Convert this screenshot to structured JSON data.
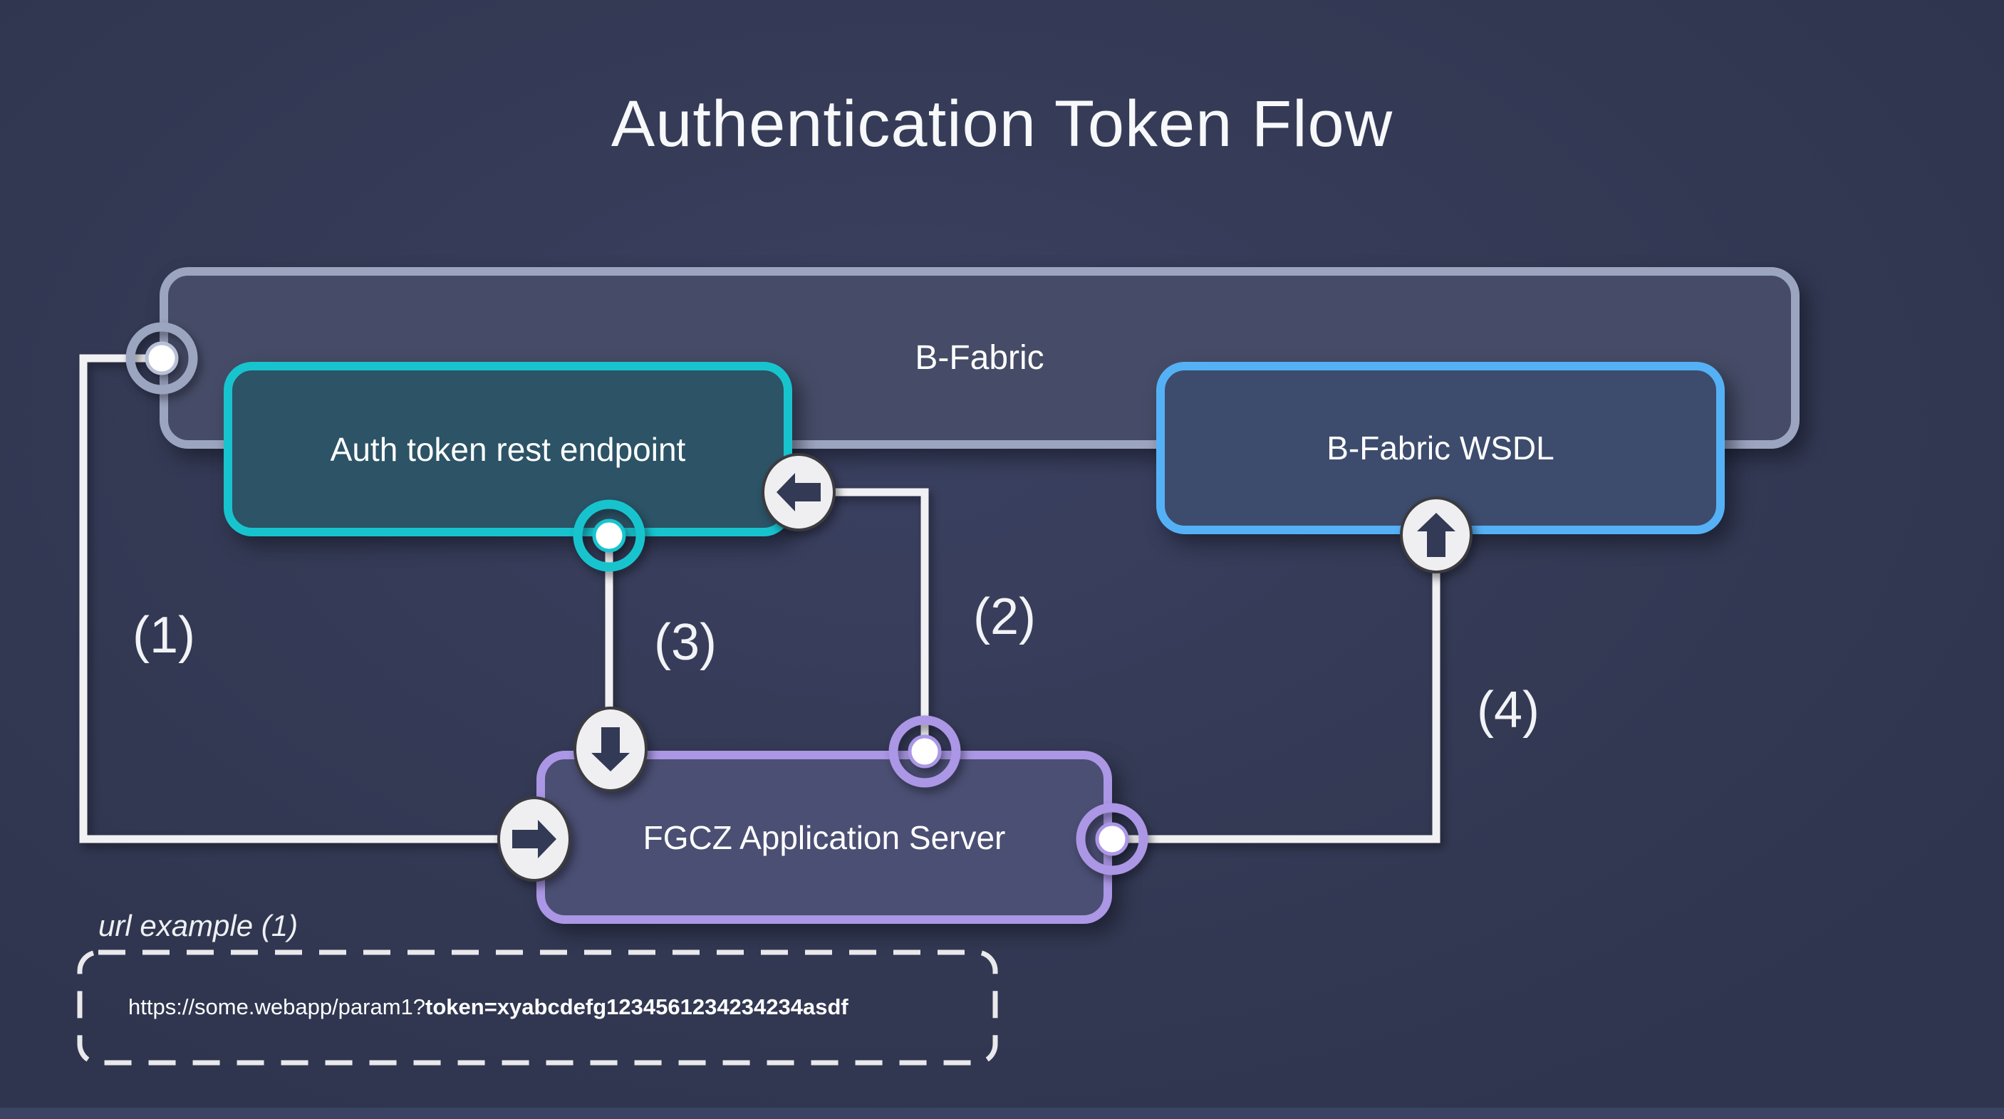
{
  "title": "Authentication Token Flow",
  "diagram": {
    "container": {
      "label": "B-Fabric"
    },
    "nodes": [
      {
        "id": "auth-token-rest-endpoint",
        "label": "Auth token rest endpoint",
        "accent": "#17c4ce",
        "fill": "#2c5366"
      },
      {
        "id": "b-fabric-wsdl",
        "label": "B-Fabric WSDL",
        "accent": "#55b1f6",
        "fill": "#3d4c6d"
      },
      {
        "id": "fgcz-application-server",
        "label": "FGCZ Application Server",
        "accent": "#ab97e5",
        "fill": "#4b4f73"
      }
    ],
    "steps": [
      {
        "label": "(1)"
      },
      {
        "label": "(2)"
      },
      {
        "label": "(3)"
      },
      {
        "label": "(4)"
      }
    ],
    "icons": {
      "right-arrow-icon": "block arrow pointing right",
      "left-arrow-icon": "block arrow pointing left",
      "up-arrow-icon": "block arrow pointing up",
      "down-arrow-icon": "block arrow pointing down",
      "connector-dot-icon": "ring with white dot"
    }
  },
  "url_example": {
    "caption": "url example (1)",
    "url_prefix": "https://some.webapp/param1?",
    "url_token_bold": "token=xyabcdefg1234561234234234asdf"
  },
  "colors": {
    "background": "#343a55",
    "container_fill": "#464c67",
    "container_border": "#9ca5c0",
    "auth_fill": "#2c5366",
    "auth_border": "#17c4ce",
    "wsdl_fill": "#3d4c6d",
    "wsdl_border": "#55b1f6",
    "fgcz_fill": "#4b4f73",
    "fgcz_border": "#ab97e5",
    "line": "#f1f1f3",
    "arrow_glyph": "#333a55",
    "arrow_disc": "#efeff1",
    "text": "#ffffff"
  }
}
